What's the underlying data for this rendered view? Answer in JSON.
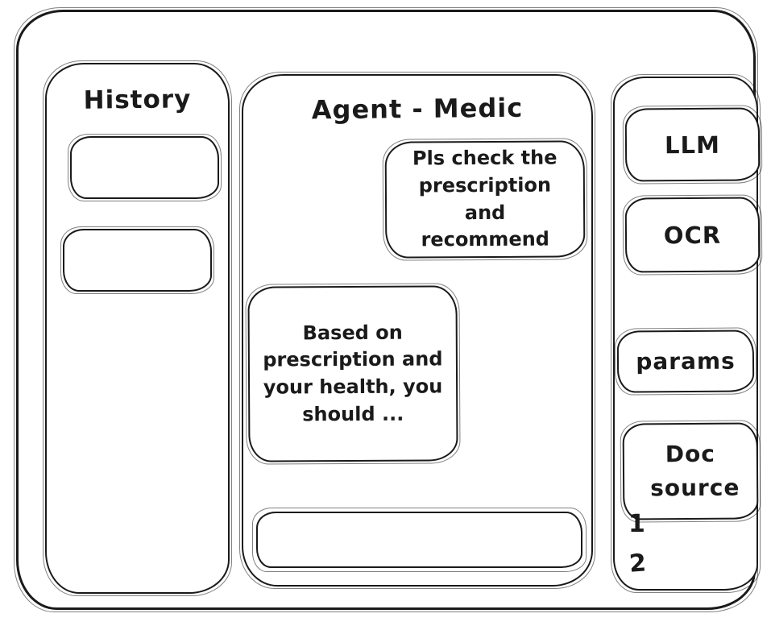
{
  "window": {
    "background": "#ffffff",
    "stroke_color": "#1a1a1a"
  },
  "history_panel": {
    "title": "History",
    "items": [
      "",
      ""
    ]
  },
  "chat_panel": {
    "title": "Agent - Medic",
    "messages": [
      {
        "role": "user",
        "text": "Pls check the prescription and recommend"
      },
      {
        "role": "assistant",
        "text": "Based on prescription and your health, you should ..."
      }
    ],
    "input": {
      "value": "",
      "placeholder": ""
    }
  },
  "tools_panel": {
    "buttons": [
      {
        "label": "LLM"
      },
      {
        "label": "OCR"
      },
      {
        "label": "params"
      },
      {
        "label": "Doc source"
      }
    ],
    "doc_items": [
      "1",
      "2"
    ]
  }
}
